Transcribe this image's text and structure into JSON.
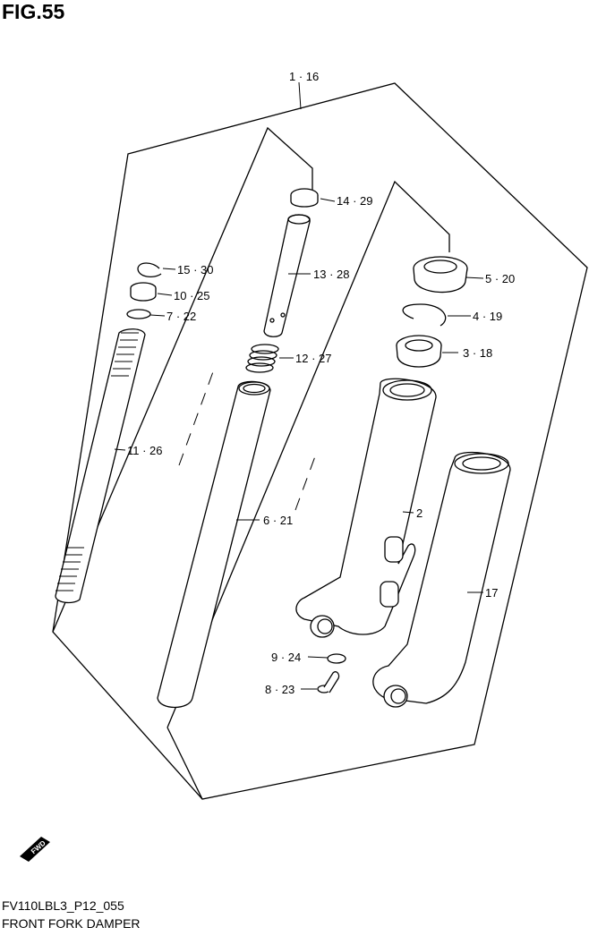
{
  "figure": {
    "title": "FIG.55",
    "code": "FV110LBL3_P12_055",
    "name": "FRONT FORK DAMPER"
  },
  "fwd_badge": "FWD",
  "callouts": [
    {
      "id": "c-1-16",
      "label": "1 · 16"
    },
    {
      "id": "c-14-29",
      "label": "14 · 29"
    },
    {
      "id": "c-15-30",
      "label": "15 · 30"
    },
    {
      "id": "c-13-28",
      "label": "13 · 28"
    },
    {
      "id": "c-10-25",
      "label": "10 · 25"
    },
    {
      "id": "c-7-22",
      "label": "7 · 22"
    },
    {
      "id": "c-5-20",
      "label": "5 · 20"
    },
    {
      "id": "c-4-19",
      "label": "4 · 19"
    },
    {
      "id": "c-12-27",
      "label": "12 · 27"
    },
    {
      "id": "c-3-18",
      "label": "3 · 18"
    },
    {
      "id": "c-11-26",
      "label": "11 · 26"
    },
    {
      "id": "c-2",
      "label": "2"
    },
    {
      "id": "c-6-21",
      "label": "6 · 21"
    },
    {
      "id": "c-17",
      "label": "17"
    },
    {
      "id": "c-9-24",
      "label": "9 · 24"
    },
    {
      "id": "c-8-23",
      "label": "8 · 23"
    }
  ]
}
